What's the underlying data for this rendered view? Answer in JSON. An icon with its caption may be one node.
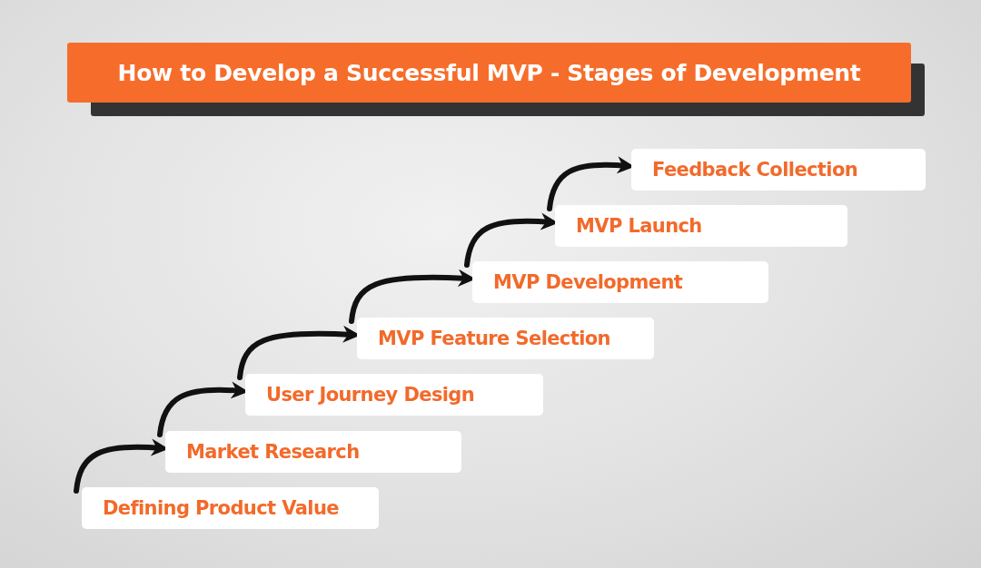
{
  "diagram": {
    "title": "How to Develop a Successful MVP - Stages of Development",
    "nodes": [
      {
        "text": [
          "Defining Product Value"
        ]
      },
      {
        "text": [
          "Market Research"
        ]
      },
      {
        "text": [
          "User Journey Design"
        ]
      },
      {
        "text": [
          "MVP Feature Selection"
        ]
      },
      {
        "text": [
          "MVP Development"
        ]
      },
      {
        "text": [
          "MVP Launch"
        ]
      },
      {
        "text": [
          "Feedback Collection"
        ]
      }
    ],
    "edges": [
      {
        "from": 0,
        "to": 1,
        "arrow": "to"
      },
      {
        "from": 1,
        "to": 2,
        "arrow": "to"
      },
      {
        "from": 2,
        "to": 3,
        "arrow": "to"
      },
      {
        "from": 3,
        "to": 4,
        "arrow": "to"
      },
      {
        "from": 4,
        "to": 5,
        "arrow": "to"
      },
      {
        "from": 5,
        "to": 6,
        "arrow": "to"
      }
    ]
  }
}
